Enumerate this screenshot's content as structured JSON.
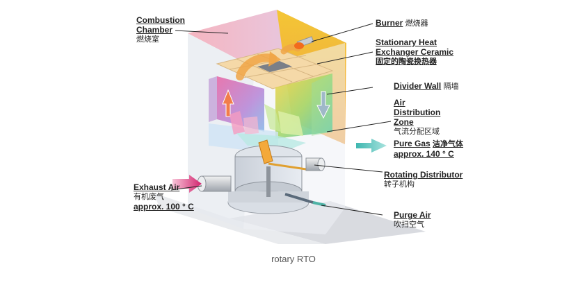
{
  "labels": {
    "combustion_chamber": {
      "en1": "Combustion",
      "en2": "Chamber",
      "cn": "燃烧室"
    },
    "burner": {
      "en": "Burner",
      "cn": "燃烧器"
    },
    "heat_exchanger": {
      "en1": "Stationary Heat",
      "en2": "Exchanger Ceramic",
      "cn": "固定的陶瓷换热器"
    },
    "divider_wall": {
      "en": "Divider Wall",
      "cn": "隔墙"
    },
    "air_distribution": {
      "en1": "Air",
      "en2": "Distribution",
      "en3": "Zone",
      "cn": "气流分配区域"
    },
    "pure_gas": {
      "en": "Pure Gas",
      "cn": "洁净气体",
      "temp": "approx. 140 ° C"
    },
    "rotating_distributor": {
      "en": "Rotating Distributor",
      "cn": "转子机构"
    },
    "exhaust_air": {
      "en": "Exhaust Air",
      "cn": "有机废气",
      "temp": "approx. 100 ° C"
    },
    "purge_air": {
      "en": "Purge Air",
      "cn": "吹扫空气"
    }
  },
  "caption": "rotary RTO"
}
